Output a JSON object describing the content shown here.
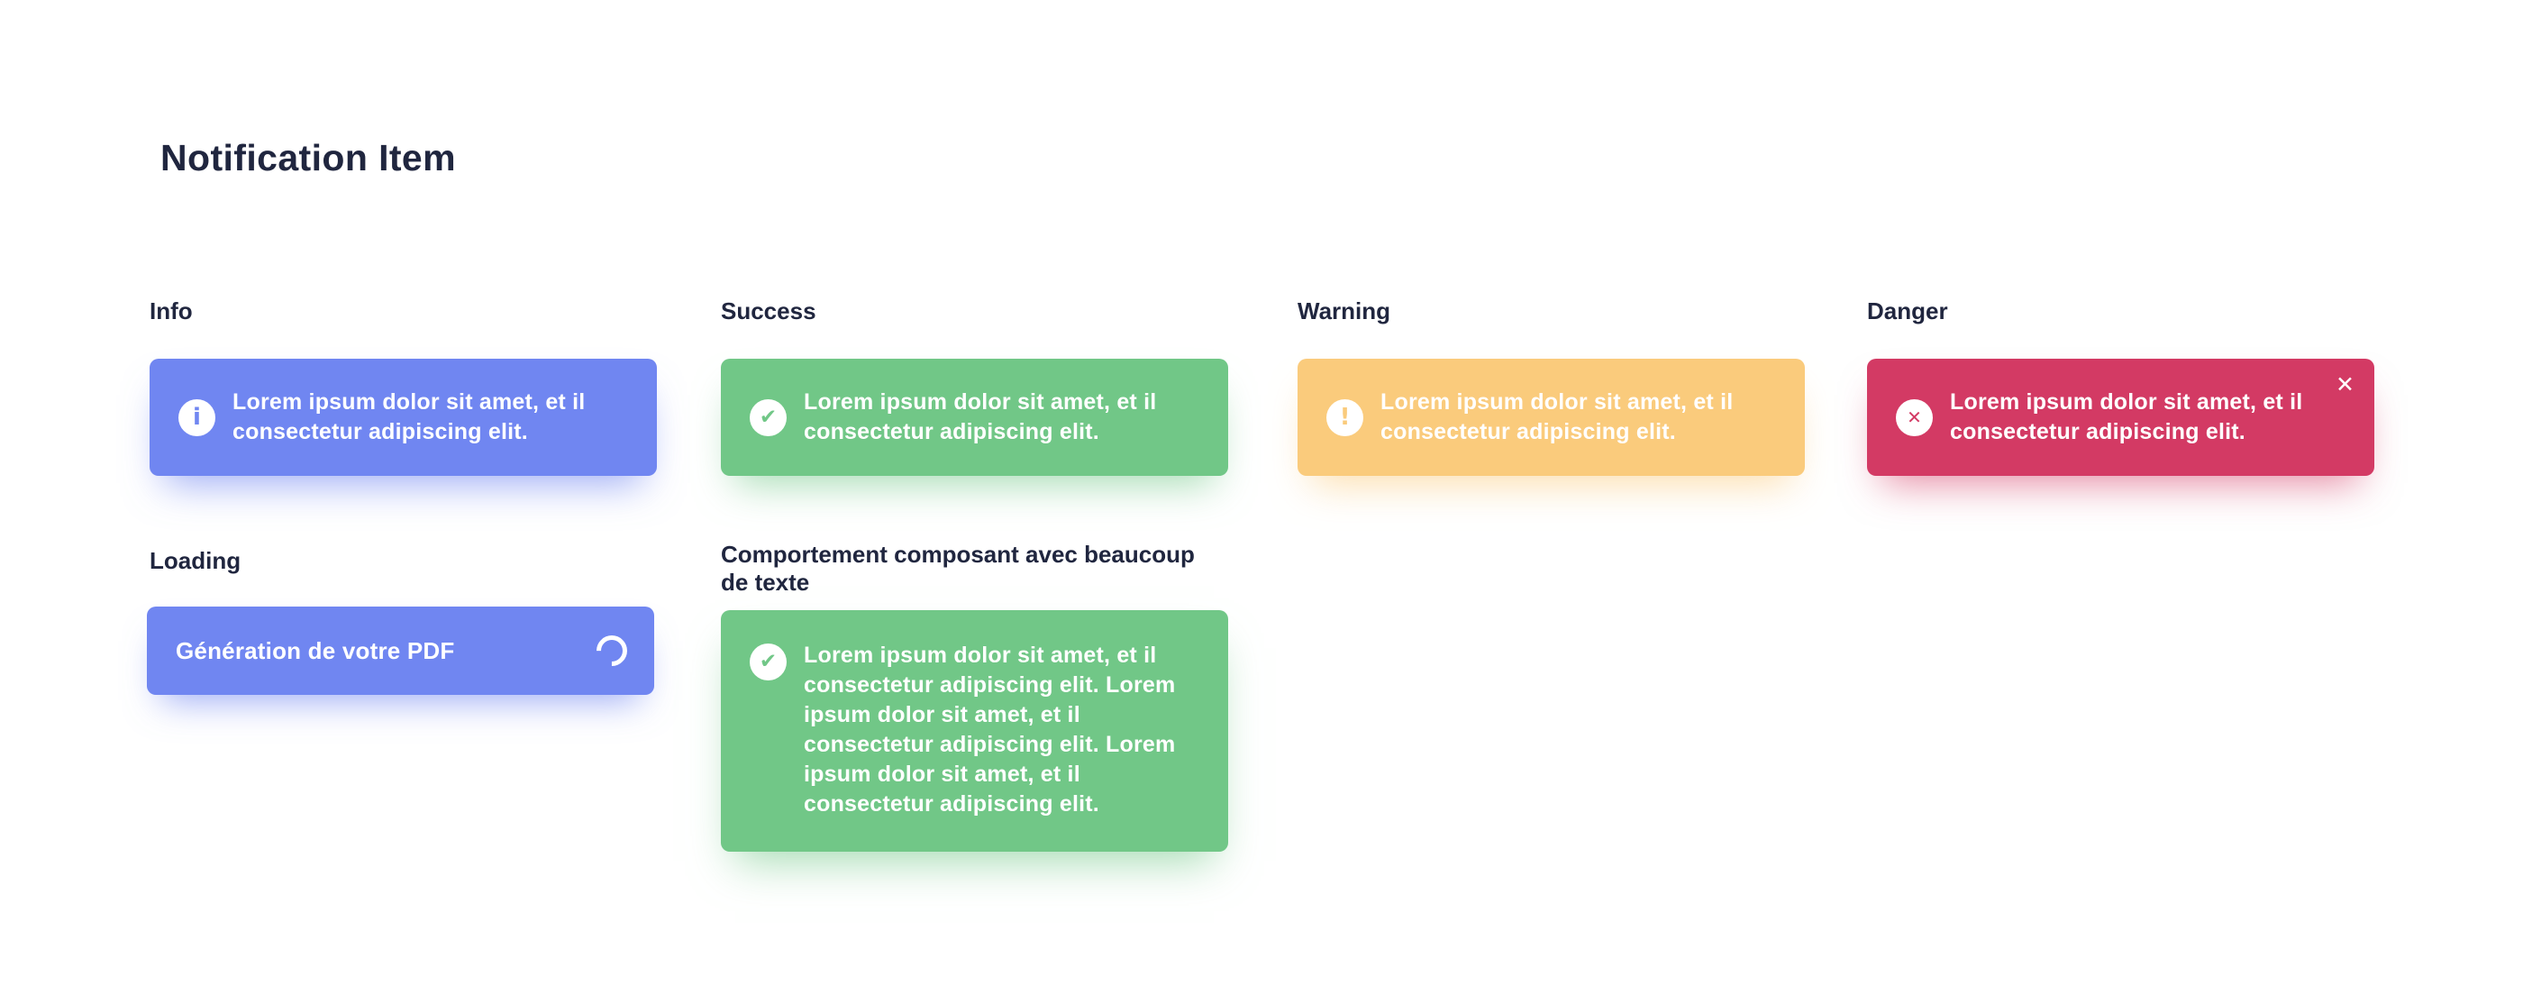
{
  "page": {
    "title": "Notification Item"
  },
  "colors": {
    "info": "#7086F1",
    "success": "#71C787",
    "warning": "#FACB7C",
    "danger": "#D33A64",
    "heading": "#20263F",
    "on-color": "#FFFFFF"
  },
  "sections": {
    "info": {
      "label": "Info",
      "icon_glyph": "i",
      "message": "Lorem ipsum dolor sit amet, et il consectetur adipiscing elit."
    },
    "success": {
      "label": "Success",
      "icon_glyph": "✔",
      "message": "Lorem ipsum dolor sit amet, et il consectetur adipiscing elit."
    },
    "warning": {
      "label": "Warning",
      "icon_glyph": "!",
      "message": "Lorem ipsum dolor sit amet, et il consectetur adipiscing elit."
    },
    "danger": {
      "label": "Danger",
      "icon_glyph": "✕",
      "close_glyph": "✕",
      "message": "Lorem ipsum dolor sit amet, et il consectetur adipiscing elit."
    },
    "loading": {
      "label": "Loading",
      "message": "Génération de votre PDF"
    },
    "long_text": {
      "label": "Comportement composant avec beaucoup de texte",
      "icon_glyph": "✔",
      "message": "Lorem ipsum dolor sit amet, et il consectetur adipiscing elit. Lorem ipsum dolor sit amet, et il consectetur adipiscing elit. Lorem ipsum dolor sit amet, et il consectetur adipiscing elit."
    }
  }
}
